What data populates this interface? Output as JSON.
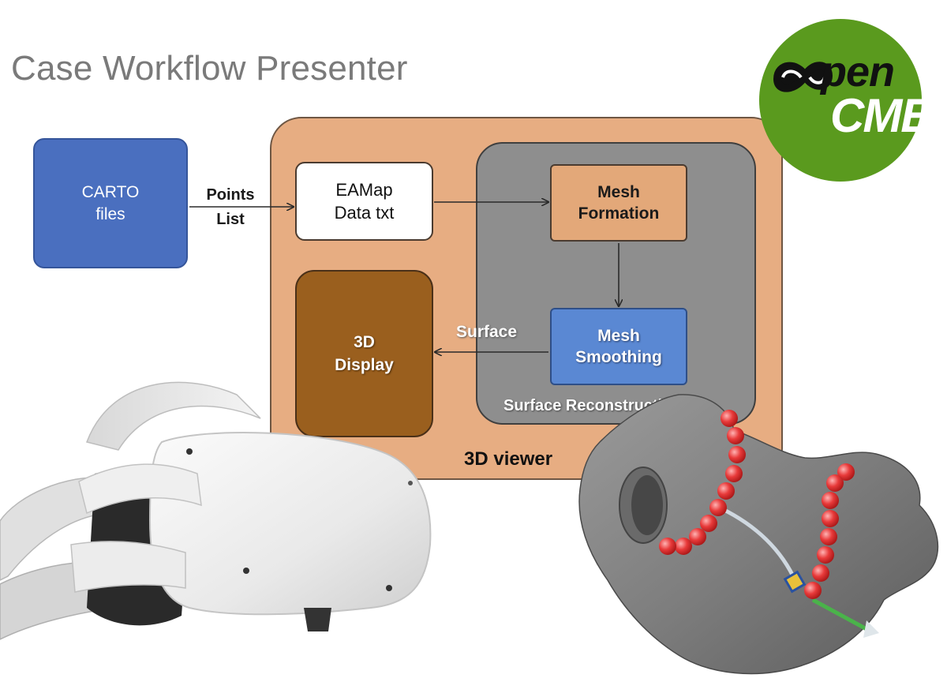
{
  "title": "Case Workflow Presenter",
  "logo": {
    "text_open": "pen",
    "text_cme": "CME"
  },
  "diagram": {
    "carto_files": {
      "line1": "CARTO",
      "line2": "files"
    },
    "points_list": {
      "line1": "Points",
      "line2": "List"
    },
    "eamap": {
      "line1": "EAMap",
      "line2": "Data txt"
    },
    "mesh_formation": {
      "line1": "Mesh",
      "line2": "Formation"
    },
    "mesh_smoothing": {
      "line1": "Mesh",
      "line2": "Smoothing"
    },
    "display_3d": {
      "line1": "3D",
      "line2": "Display"
    },
    "surface": "Surface",
    "surface_reconstruction": "Surface Reconstruction",
    "viewer_3d": "3D viewer"
  }
}
